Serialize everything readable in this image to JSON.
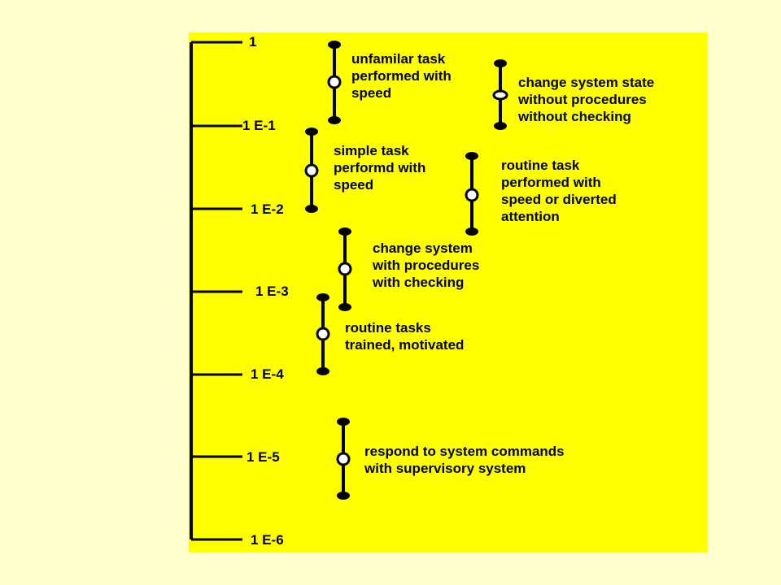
{
  "scale": {
    "ticks": [
      {
        "mantissa": "1",
        "exponent": ""
      },
      {
        "mantissa": "1 E",
        "exponent": "-1"
      },
      {
        "mantissa": "1 E",
        "exponent": "-2"
      },
      {
        "mantissa": "1 E",
        "exponent": "-3"
      },
      {
        "mantissa": "1 E",
        "exponent": "-4"
      },
      {
        "mantissa": "1 E",
        "exponent": "-5"
      },
      {
        "mantissa": "1 E",
        "exponent": "-6"
      }
    ]
  },
  "tasks": [
    {
      "lines": [
        "unfamilar task",
        "performed with",
        "speed"
      ]
    },
    {
      "lines": [
        "change system state",
        "without procedures",
        "without checking"
      ]
    },
    {
      "lines": [
        "simple task",
        "performd with",
        "speed"
      ]
    },
    {
      "lines": [
        "routine task",
        "performed with",
        "speed or diverted",
        "attention"
      ]
    },
    {
      "lines": [
        "change system",
        "with procedures",
        "with checking"
      ]
    },
    {
      "lines": [
        "routine tasks",
        "trained, motivated"
      ]
    },
    {
      "lines": [
        "respond to system commands",
        "with supervisory system"
      ]
    }
  ]
}
